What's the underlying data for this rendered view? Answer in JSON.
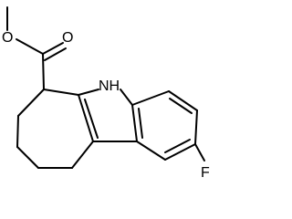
{
  "molecule": {
    "atoms": {
      "O_methoxy": "O",
      "O_carbonyl": "O",
      "NH": "NH",
      "F": "F"
    }
  },
  "colors": {
    "bond": "#000000",
    "background": "#ffffff"
  }
}
